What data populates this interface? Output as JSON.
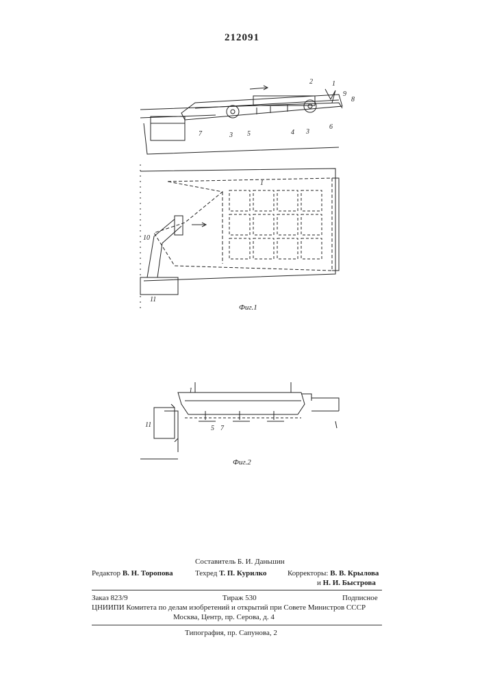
{
  "patent_number": "212091",
  "figures": {
    "fig1_caption": "Фиг.1",
    "fig2_caption": "Фиг.2",
    "fig1_top_labels": [
      "1",
      "2",
      "3",
      "3",
      "4",
      "5",
      "6",
      "7",
      "8",
      "9"
    ],
    "fig1_plan_labels": [
      "1",
      "10",
      "11"
    ],
    "fig2_labels": [
      "1",
      "5",
      "7",
      "11"
    ]
  },
  "imprint": {
    "composer": "Составитель Б. И. Даньшин",
    "editor_prefix": "Редактор",
    "editor": "В. Н. Торопова",
    "tech_prefix": "Техред",
    "tech": "Т. П. Курилко",
    "correctors_prefix": "Корректоры:",
    "corrector1": "В. В. Крылова",
    "corrector2_prefix": "и",
    "corrector2": "Н. И. Быстрова",
    "order": "Заказ 823/9",
    "run": "Тираж 530",
    "subscription": "Подписное",
    "institute": "ЦНИИПИ Комитета по делам изобретений и открытий при Совете Министров СССР",
    "address": "Москва, Центр, пр. Серова, д. 4",
    "printing": "Типография, пр. Сапунова, 2"
  }
}
